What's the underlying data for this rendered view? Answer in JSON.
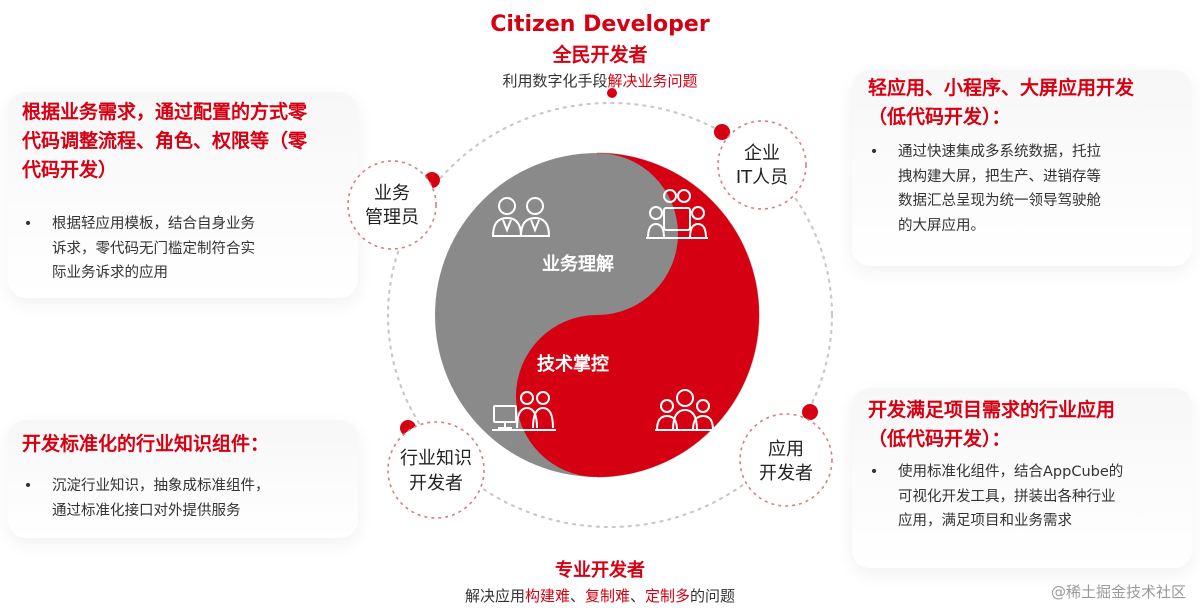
{
  "top": {
    "title_en": "Citizen Developer",
    "title_cn": "全民开发者",
    "subtitle_plain": "利用数字化手段",
    "subtitle_red": "解决业务问题"
  },
  "left_top": {
    "title_lines": [
      "根据业务需求，通过配置的方式零",
      "代码调整流程、角色、权限等（零",
      "代码开发）"
    ],
    "bullet": [
      "根据轻应用模板，结合自身业务",
      "诉求，零代码无门槛定制符合实",
      "际业务诉求的应用"
    ]
  },
  "left_bottom": {
    "title": "开发标准化的行业知识组件：",
    "bullet": [
      "沉淀行业知识，抽象成标准组件，",
      "通过标准化接口对外提供服务"
    ]
  },
  "right_top": {
    "title_lines": [
      "轻应用、小程序、大屏应用开发",
      "（低代码开发）："
    ],
    "bullet": [
      "通过快速集成多系统数据，托拉",
      "拽构建大屏，把生产、进销存等",
      "数据汇总呈现为统一领导驾驶舱",
      "的大屏应用。"
    ]
  },
  "right_bottom": {
    "title_lines": [
      "开发满足项目需求的行业应用",
      "（低代码开发）："
    ],
    "bullet": [
      "使用标准化组件，结合AppCube的",
      "可视化开发工具，拼装出各种行业",
      "应用，满足项目和业务需求"
    ]
  },
  "bullet_symbol": "•",
  "roles": {
    "business_admin": [
      "业务",
      "管理员"
    ],
    "enterprise_it": [
      "企业",
      "IT人员"
    ],
    "industry_dev": [
      "行业知识",
      "开发者"
    ],
    "app_dev": [
      "应用",
      "开发者"
    ]
  },
  "center": {
    "business_label": "业务理解",
    "tech_label": "技术掌控"
  },
  "bottom": {
    "title": "专业开发者",
    "sub_parts": [
      {
        "text": "解决应用",
        "red": false
      },
      {
        "text": "构建难",
        "red": true
      },
      {
        "text": "、",
        "red": false
      },
      {
        "text": "复制难",
        "red": true
      },
      {
        "text": "、",
        "red": false
      },
      {
        "text": "定制多",
        "red": true
      },
      {
        "text": "的问题",
        "red": false
      }
    ]
  },
  "watermark": "@稀土掘金技术社区",
  "icons": [
    "business-people-icon",
    "team-meeting-icon",
    "developer-computer-icon",
    "developer-group-icon"
  ],
  "colors": {
    "accent_red": "#d50012",
    "gray": "#8a8a8a"
  }
}
